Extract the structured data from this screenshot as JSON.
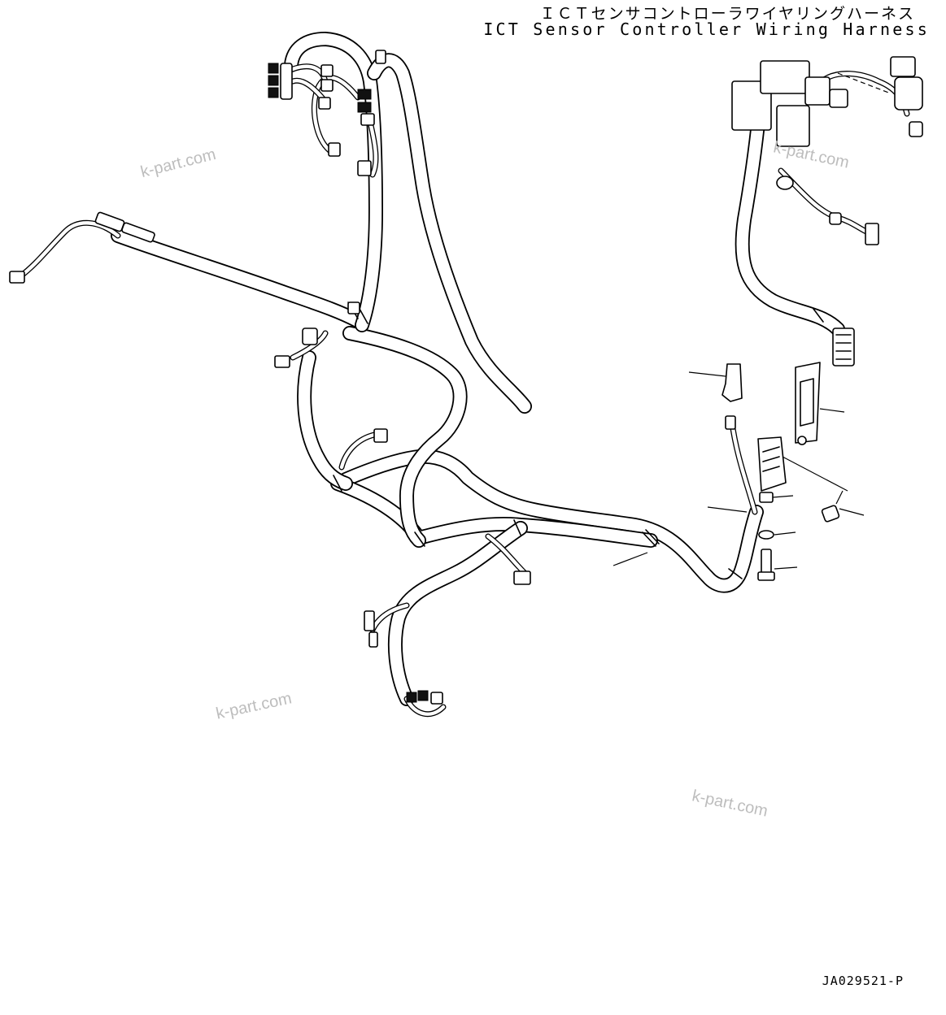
{
  "title": {
    "japanese": "ＩＣＴセンサコントローラワイヤリングハーネス",
    "english": "ICT Sensor Controller Wiring Harness"
  },
  "figure_code": "JA029521-P",
  "watermarks": [
    "k-part.com",
    "k-part.com",
    "k-part.com",
    "k-part.com"
  ],
  "colors": {
    "line": "#000000",
    "background": "#ffffff",
    "watermark": "#bdbdbd"
  },
  "icons": [
    "wiring-harness",
    "mounting-bracket",
    "cover-plate",
    "connector-bracket",
    "bolt",
    "washer",
    "clip",
    "cable-tie",
    "inset-harness-view"
  ]
}
